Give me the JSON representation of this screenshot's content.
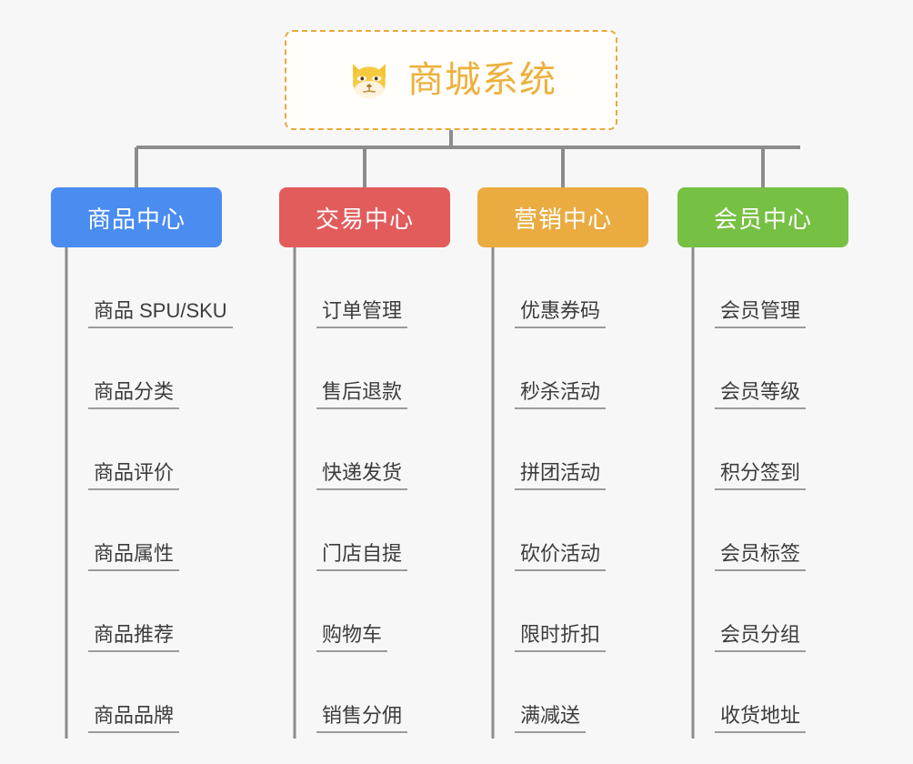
{
  "page": {
    "background_color": "#f7f7f7",
    "line_color": "#8c8c8c",
    "leaf_text_color": "#3c3c3c",
    "leaf_underline_color": "#9b9b9b"
  },
  "root": {
    "title": "商城系统",
    "icon": "shiba-dog-face-emoji",
    "border_color": "#e9a93e",
    "text_color": "#edb03c",
    "fill_color": "#fffefb"
  },
  "branches": [
    {
      "id": "product-center",
      "label": "商品中心",
      "color": "#4a8cf0",
      "items": [
        {
          "label": "商品 SPU/SKU"
        },
        {
          "label": "商品分类"
        },
        {
          "label": "商品评价"
        },
        {
          "label": "商品属性"
        },
        {
          "label": "商品推荐"
        },
        {
          "label": "商品品牌"
        }
      ]
    },
    {
      "id": "trade-center",
      "label": "交易中心",
      "color": "#e25c5c",
      "items": [
        {
          "label": "订单管理"
        },
        {
          "label": "售后退款"
        },
        {
          "label": "快递发货"
        },
        {
          "label": "门店自提"
        },
        {
          "label": "购物车"
        },
        {
          "label": "销售分佣"
        }
      ]
    },
    {
      "id": "marketing-center",
      "label": "营销中心",
      "color": "#eaab40",
      "items": [
        {
          "label": "优惠券码"
        },
        {
          "label": "秒杀活动"
        },
        {
          "label": "拼团活动"
        },
        {
          "label": "砍价活动"
        },
        {
          "label": "限时折扣"
        },
        {
          "label": "满减送"
        }
      ]
    },
    {
      "id": "member-center",
      "label": "会员中心",
      "color": "#76c044",
      "items": [
        {
          "label": "会员管理"
        },
        {
          "label": "会员等级"
        },
        {
          "label": "积分签到"
        },
        {
          "label": "会员标签"
        },
        {
          "label": "会员分组"
        },
        {
          "label": "收货地址"
        }
      ]
    }
  ]
}
